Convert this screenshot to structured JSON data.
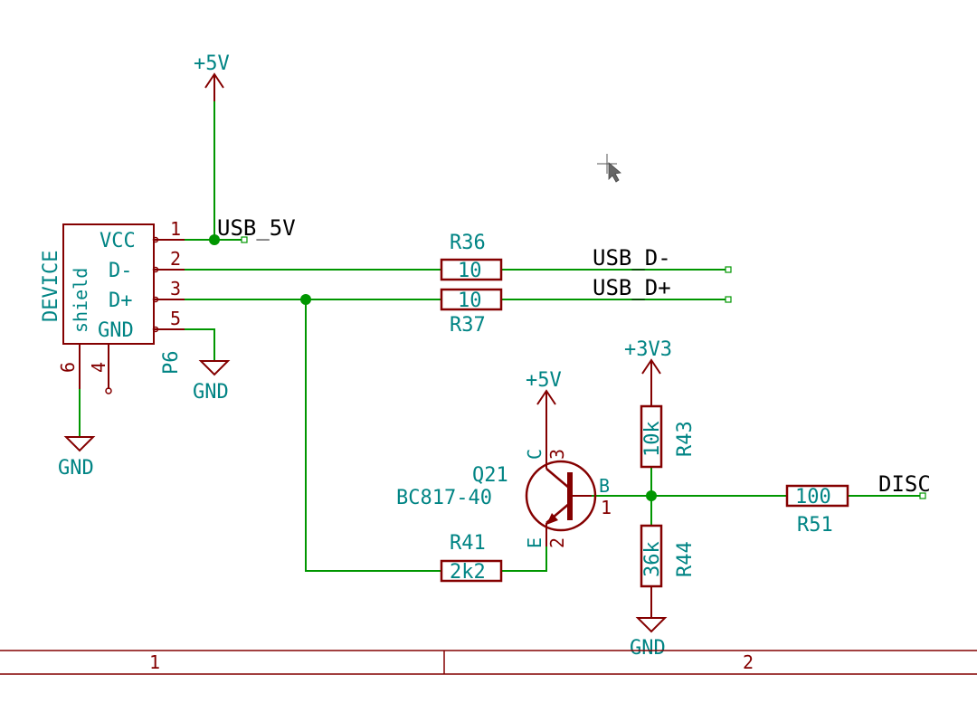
{
  "power": {
    "p5v_top": "+5V",
    "p5v_transistor": "+5V",
    "p3v3": "+3V3",
    "gnd_connector": "GND",
    "gnd_shield": "GND",
    "gnd_r44": "GND"
  },
  "connector": {
    "ref": "P6",
    "value": "DEVICE",
    "shield_label": "shield",
    "pins": [
      {
        "num": "1",
        "name": "VCC"
      },
      {
        "num": "2",
        "name": "D-"
      },
      {
        "num": "3",
        "name": "D+"
      },
      {
        "num": "5",
        "name": "GND"
      },
      {
        "num": "6",
        "name": ""
      },
      {
        "num": "4",
        "name": ""
      }
    ]
  },
  "nets": {
    "usb_5v": "USB_5V",
    "usb_dm": "USB_D-",
    "usb_dp": "USB_D+",
    "disc": "DISC"
  },
  "resistors": {
    "r36": {
      "ref": "R36",
      "value": "10"
    },
    "r37": {
      "ref": "R37",
      "value": "10"
    },
    "r41": {
      "ref": "R41",
      "value": "2k2"
    },
    "r43": {
      "ref": "R43",
      "value": "10k"
    },
    "r44": {
      "ref": "R44",
      "value": "36k"
    },
    "r51": {
      "ref": "R51",
      "value": "100"
    }
  },
  "transistor": {
    "ref": "Q21",
    "value": "BC817-40",
    "pin_c_name": "C",
    "pin_c_num": "3",
    "pin_b_name": "B",
    "pin_b_num": "1",
    "pin_e_name": "E",
    "pin_e_num": "2"
  },
  "frame": {
    "col1": "1",
    "col2": "2"
  },
  "colors": {
    "wire": "#009600",
    "component": "#840000",
    "text_teal": "#008484",
    "net_label": "#000000",
    "background": "#ffffff"
  }
}
